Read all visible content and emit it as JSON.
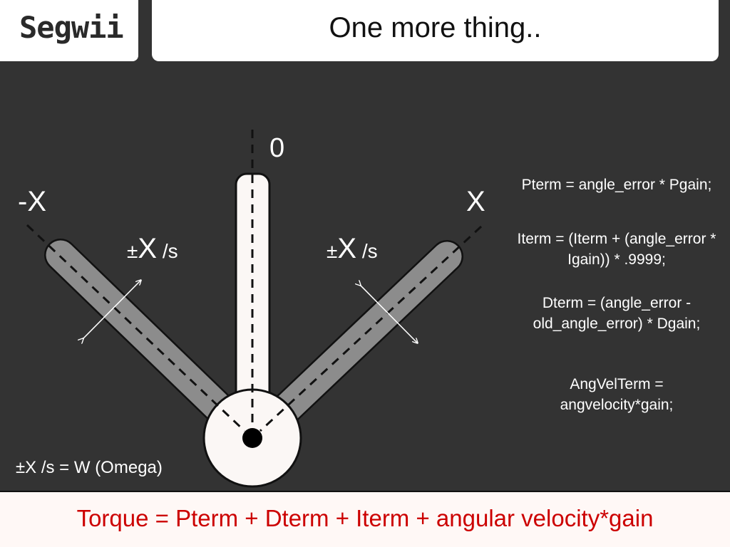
{
  "header": {
    "logo": "Segwii",
    "title": "One more thing.."
  },
  "diagram": {
    "label_zero": "0",
    "label_neg_x": "-X",
    "label_pos_x": "X",
    "rate_pm": "±",
    "rate_x": "X",
    "rate_unit": " /s",
    "omega_note": "±X /s = W (Omega)"
  },
  "equations": {
    "pterm": "Pterm = angle_error * Pgain;",
    "iterm_line1": "Iterm = (Iterm + (angle_error *",
    "iterm_line2": "Igain)) * .9999;",
    "dterm_line1": "Dterm = (angle_error -",
    "dterm_line2": "old_angle_error) * Dgain;",
    "angvel_line1": "AngVelTerm =",
    "angvel_line2": "angvelocity*gain;"
  },
  "footer": {
    "torque": "Torque = Pterm + Dterm + Iterm + angular velocity*gain"
  },
  "colors": {
    "background": "#333333",
    "panel": "#ffffff",
    "torque_text": "#cc0000",
    "tilted_rod": "#8c8c8c",
    "upright_rod": "#fbf7f5"
  }
}
